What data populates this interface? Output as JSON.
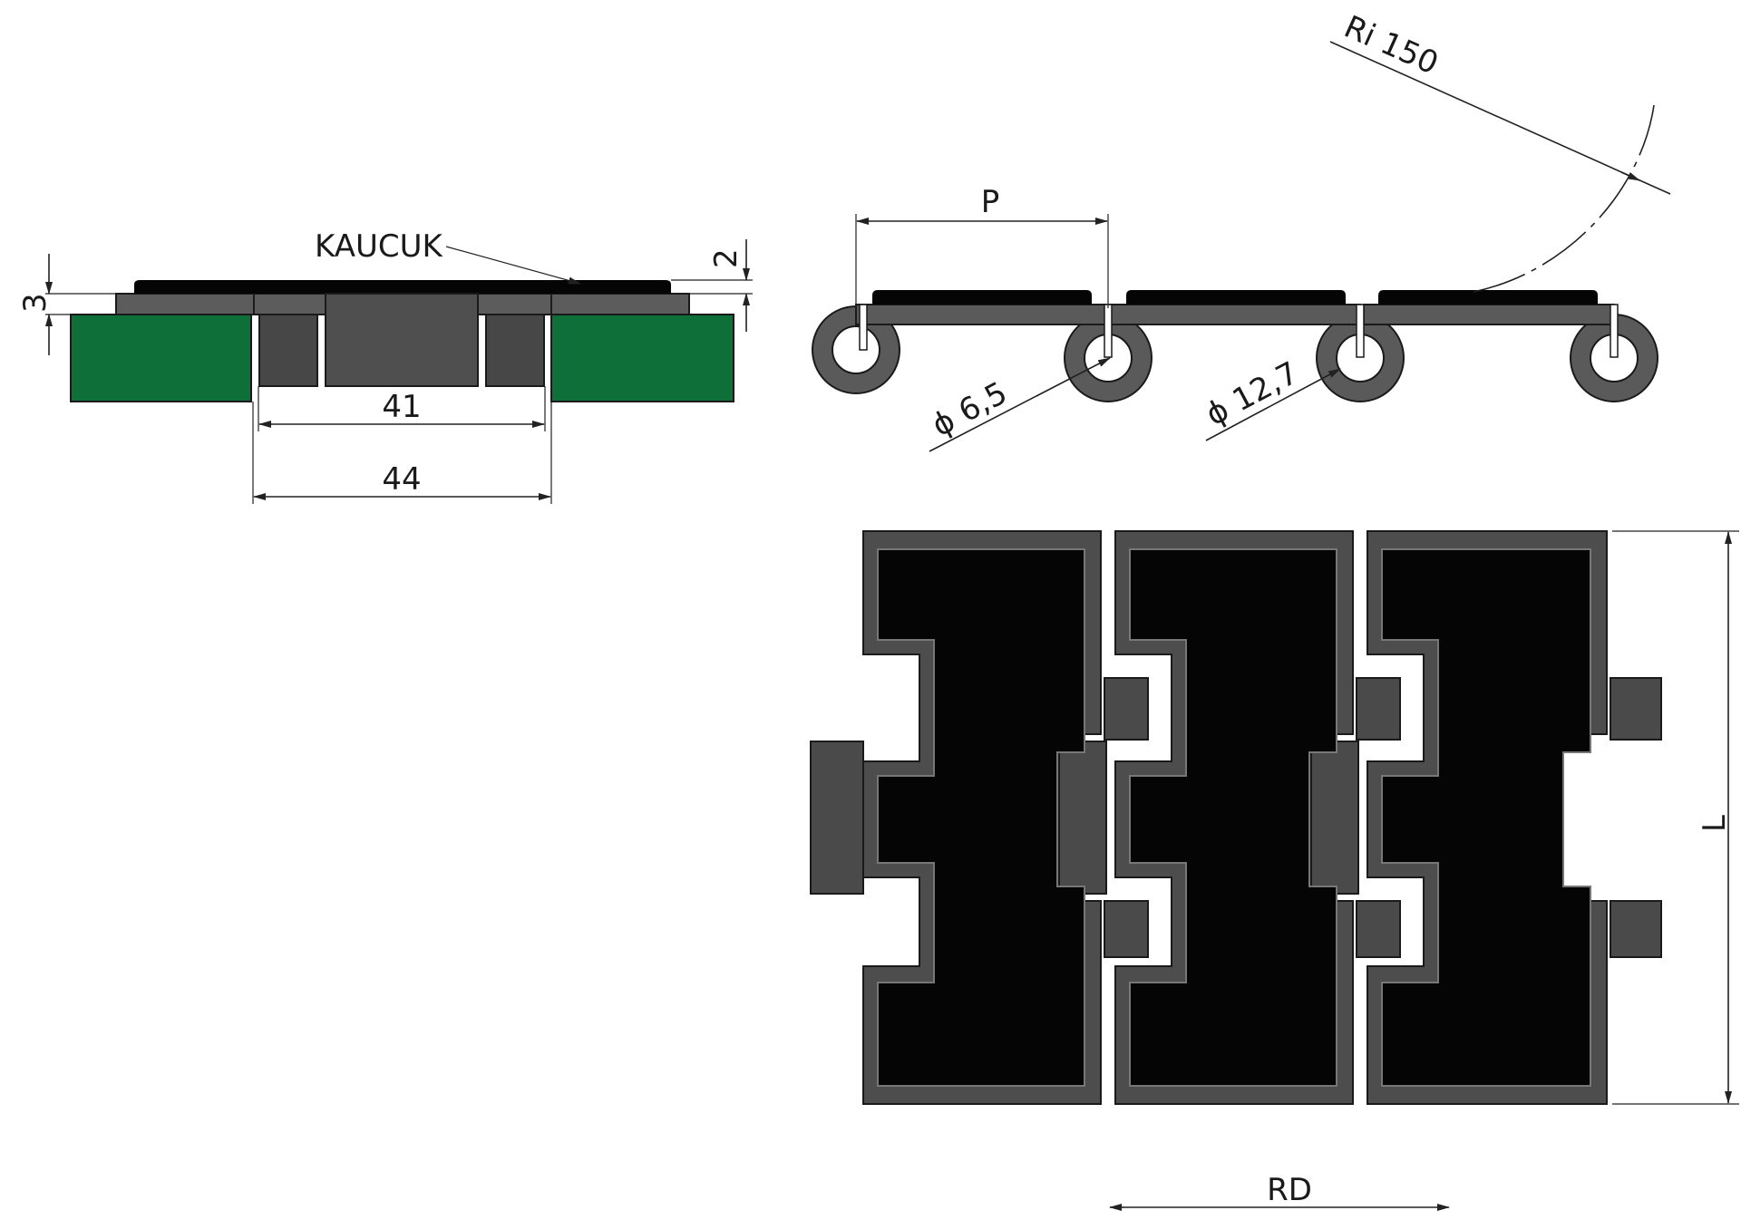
{
  "drawing": {
    "material_label": "KAUCUK",
    "dimensions": {
      "thickness_left": "3",
      "rubber_height": "2",
      "width_inner": "41",
      "width_outer": "44",
      "pitch": "P",
      "inner_radius": "Ri 150",
      "pin_diameter_prefix": "ϕ",
      "pin_diameter": "6,5",
      "hinge_diameter_prefix": "ϕ",
      "hinge_diameter": "12,7",
      "length": "L",
      "rd": "RD"
    },
    "colors": {
      "rail_green": "#0f6f38",
      "plate_grey": "#5a5a5a",
      "rubber_black": "#050505"
    }
  }
}
